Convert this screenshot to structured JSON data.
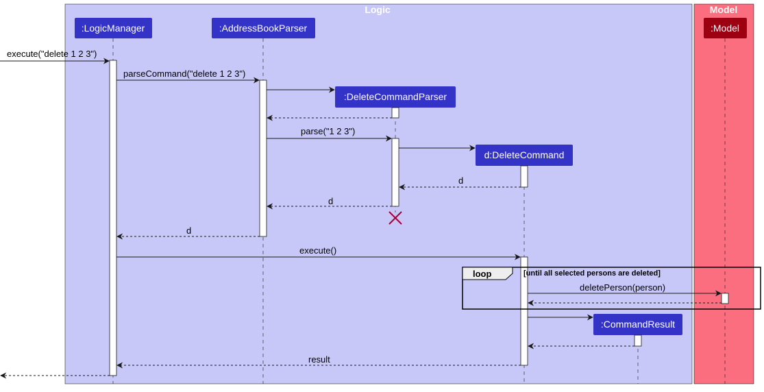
{
  "groups": {
    "logic_title": "Logic",
    "model_title": "Model"
  },
  "participants": {
    "logic_manager": ":LogicManager",
    "address_book_parser": ":AddressBookParser",
    "delete_command_parser": ":DeleteCommandParser",
    "delete_command": "d:DeleteCommand",
    "command_result": ":CommandResult",
    "model": ":Model"
  },
  "messages": {
    "execute_input": "execute(\"delete 1 2 3\")",
    "parse_command": "parseCommand(\"delete 1 2 3\")",
    "parse": "parse(\"1 2 3\")",
    "return_d_1": "d",
    "return_d_2": "d",
    "return_d_3": "d",
    "execute": "execute()",
    "delete_person": "deletePerson(person)",
    "result": "result"
  },
  "loop": {
    "label": "loop",
    "condition": "[until all selected persons are deleted]"
  },
  "colors": {
    "logic_bg": "#C8C8F8",
    "model_bg": "#FA6E80",
    "logic_participant": "#3333C8",
    "model_participant": "#9D0011",
    "destroy": "#A80036"
  }
}
